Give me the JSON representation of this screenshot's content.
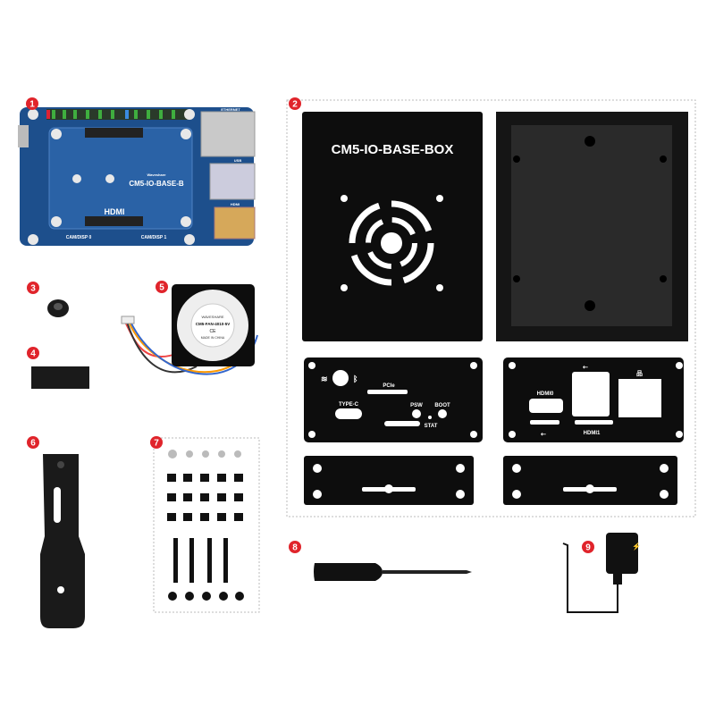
{
  "badges": [
    "1",
    "2",
    "3",
    "4",
    "5",
    "6",
    "7",
    "8",
    "9"
  ],
  "board": {
    "name": "CM5-IO-BASE-B",
    "brand": "Waveshare",
    "hdmi_logo": "HDMI",
    "ethernet": "ETHERNET",
    "usb": "USB",
    "hdmi_port": "HDMI",
    "cam0": "CAM/DISP 0",
    "cam1": "CAM/DISP 1"
  },
  "case": {
    "title": "CM5-IO-BASE-BOX"
  },
  "front_panel": {
    "pcie": "PCIe",
    "typec": "TYPE-C",
    "psw": "PSW",
    "boot": "BOOT",
    "stat": "STAT"
  },
  "rear_panel": {
    "hdmi0": "HDMI0",
    "hdmi1": "HDMI1"
  },
  "fan": {
    "brand": "WAVESHARE",
    "model": "CM5-FAN-4010-5V",
    "ce": "CE",
    "origin": "MADE IN CHINA"
  },
  "colors": {
    "badge": "#e0242b",
    "board": "#1d4f8c",
    "case": "#0d0d0d"
  }
}
